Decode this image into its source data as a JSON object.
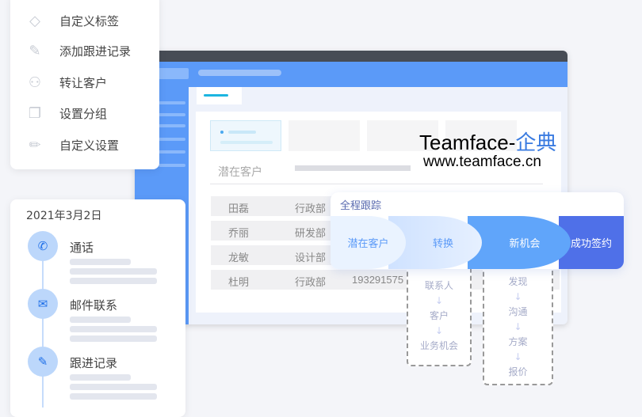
{
  "menu": {
    "items": [
      {
        "label": "自定义标签",
        "icon": "tag-icon"
      },
      {
        "label": "添加跟进记录",
        "icon": "edit-note-icon"
      },
      {
        "label": "转让客户",
        "icon": "transfer-user-icon"
      },
      {
        "label": "设置分组",
        "icon": "group-icon"
      },
      {
        "label": "自定义设置",
        "icon": "pencil-icon"
      }
    ]
  },
  "app": {
    "section_title": "潜在客户",
    "rows": [
      {
        "name": "田磊",
        "dept": "行政部",
        "phone": ""
      },
      {
        "name": "乔丽",
        "dept": "研发部",
        "phone": ""
      },
      {
        "name": "龙敏",
        "dept": "设计部",
        "phone": ""
      },
      {
        "name": "杜明",
        "dept": "行政部",
        "phone": "193291575"
      }
    ],
    "colors": {
      "header": "#5b9af8",
      "titlebar": "#474c55"
    }
  },
  "watermark": {
    "brand": "Teamface-",
    "brand_cn": "企典",
    "url": "www.teamface.cn"
  },
  "funnel": {
    "title": "全程跟踪",
    "stages": [
      "潜在客户",
      "转换",
      "新机会",
      "成功签约"
    ],
    "convert_steps": [
      "联系人",
      "客户",
      "业务机会"
    ],
    "opportunity_steps": [
      "发现",
      "沟通",
      "方案",
      "报价"
    ],
    "arrow": "↓"
  },
  "timeline": {
    "date": "2021年3月2日",
    "items": [
      {
        "label": "通话",
        "icon": "phone-icon"
      },
      {
        "label": "邮件联系",
        "icon": "mail-icon"
      },
      {
        "label": "跟进记录",
        "icon": "pen-icon"
      }
    ]
  }
}
